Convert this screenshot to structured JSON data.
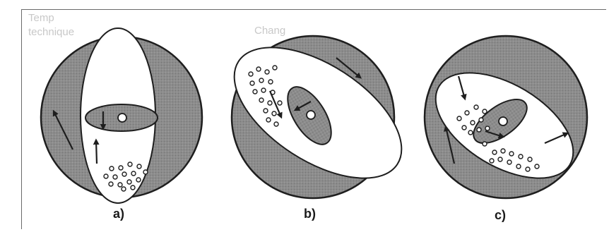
{
  "panels": [
    {
      "id": "a",
      "label": "a)"
    },
    {
      "id": "b",
      "label": "b)"
    },
    {
      "id": "c",
      "label": "c)"
    }
  ],
  "colors": {
    "shell_fill": "#8a8a8a",
    "cavity_fill": "#ffffff",
    "stroke": "#1e1e1e",
    "arrow": "#1e1e1e",
    "frame": "#6a6a6a",
    "ghost_text": "#c8c8c8"
  },
  "bleed_through_text": {
    "line1": "Temp",
    "line2": "technique",
    "line3": "Chang"
  }
}
